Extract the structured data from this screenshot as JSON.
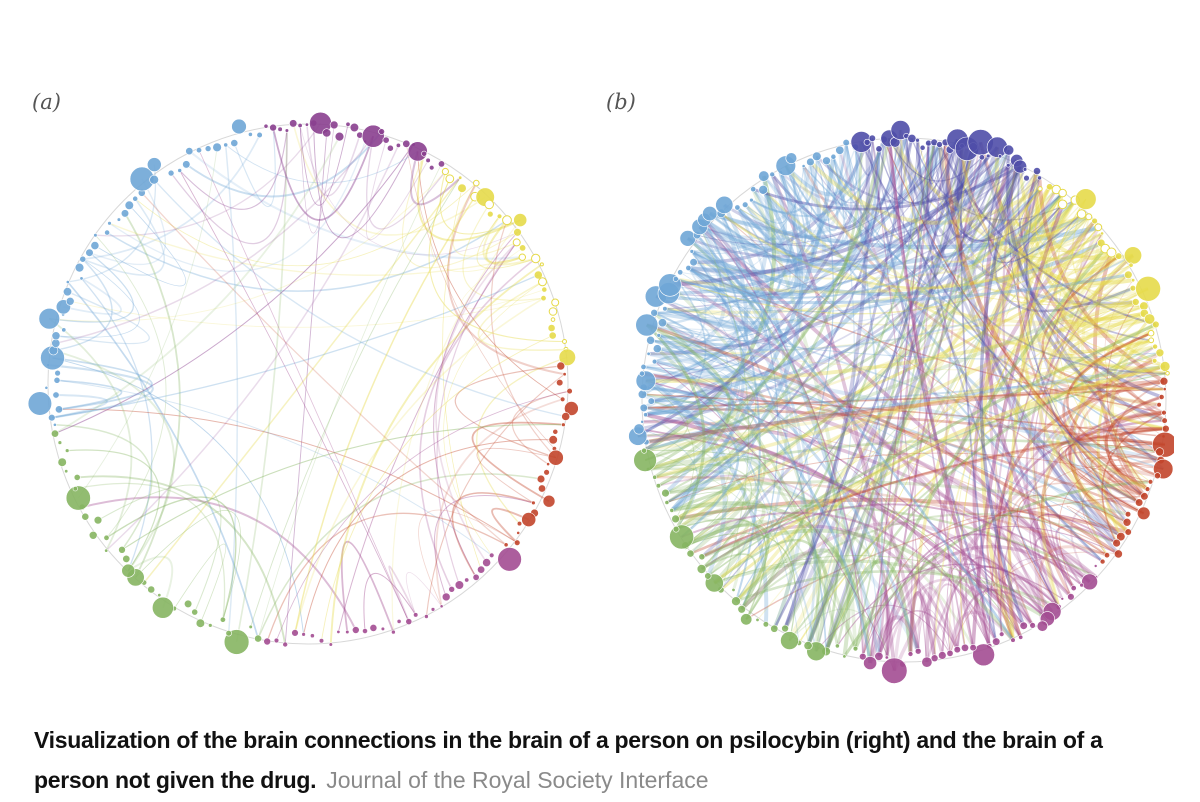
{
  "panels": [
    {
      "label": "(a)",
      "density": "sparse"
    },
    {
      "label": "(b)",
      "density": "dense"
    }
  ],
  "caption": {
    "main": "Visualization of the brain connections in the brain of a person on psilocybin (right) and the brain of a person not given the drug.",
    "source": "Journal of the Royal Society Interface"
  },
  "colors": {
    "blue": "#6fa6d6",
    "purple": "#8a3f8f",
    "indigo": "#4f4ea8",
    "yellow": "#e6da4a",
    "red": "#c2452b",
    "green": "#86b562",
    "magenta": "#a34d92"
  }
}
